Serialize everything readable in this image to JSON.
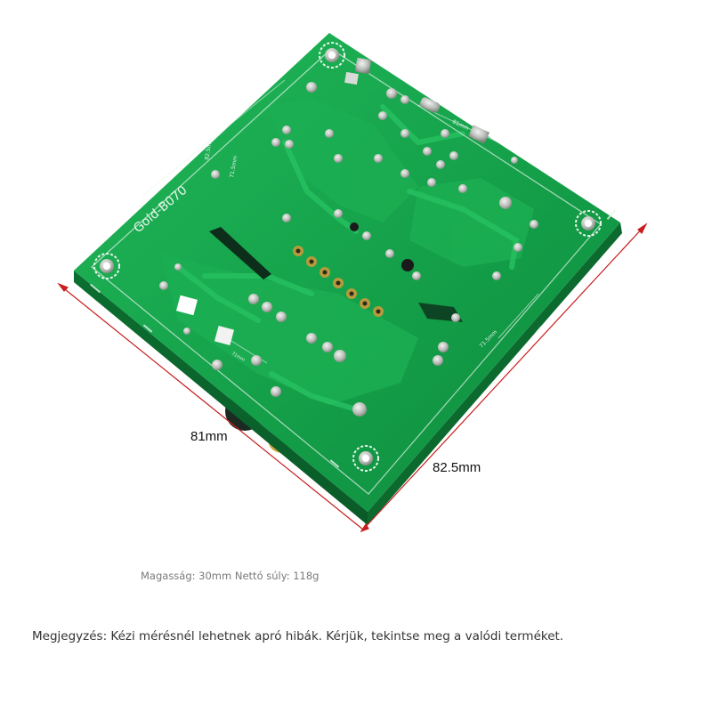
{
  "product": {
    "board_marking": "Gold-B070",
    "silk_dimensions": [
      "82.5mm",
      "71.5mm",
      "81mm",
      "71.5mm",
      "71mm"
    ]
  },
  "dimensions": {
    "width_label": "81mm",
    "depth_label": "82.5mm",
    "line_color": "#c81e1e"
  },
  "specs_text": "Magasság: 30mm Nettó súly: 118g",
  "note_text": "Megjegyzés: Kézi mérésnél lehetnek apró hibák. Kérjük, tekintse meg a valódi terméket.",
  "colors": {
    "pcb_green": "#169c47",
    "trace_green": "#1fb556",
    "silkscreen": "#e8f5ec",
    "pad_silver": "#c9ccc8"
  }
}
